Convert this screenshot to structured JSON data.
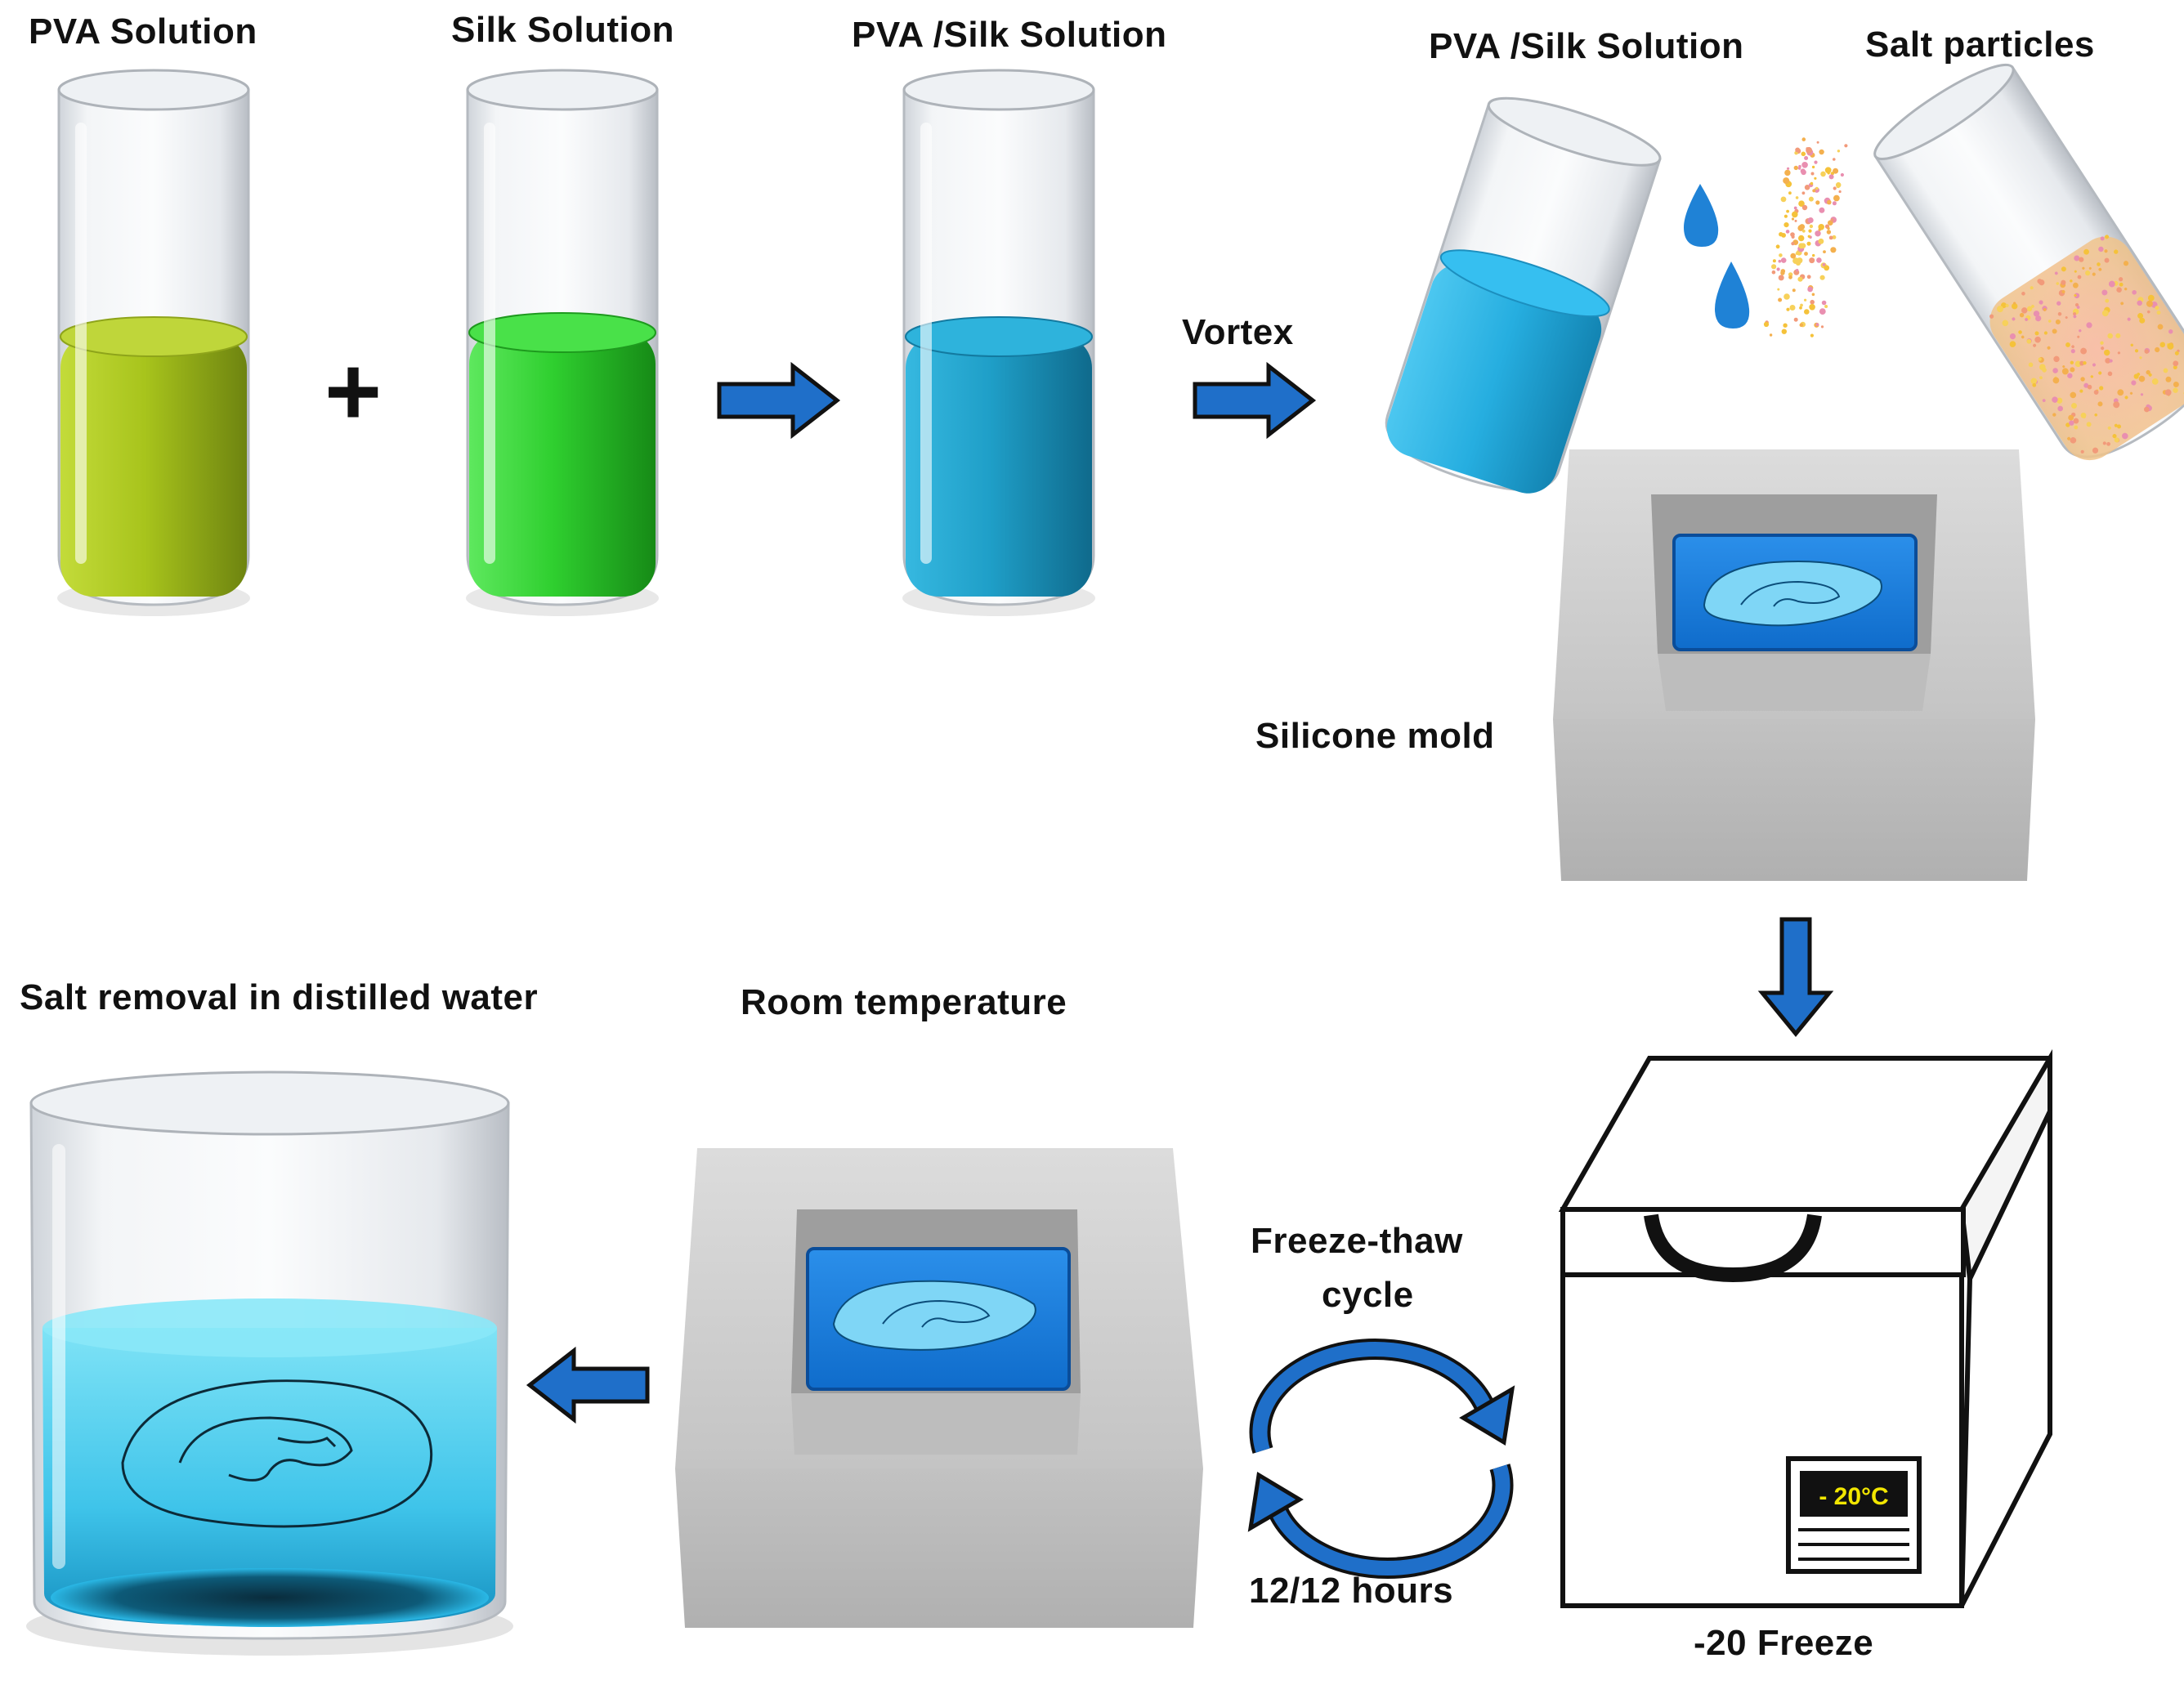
{
  "labels": {
    "pva_solution": "PVA  Solution",
    "silk_solution": "Silk Solution",
    "pva_silk_solution": "PVA  /Silk Solution",
    "pva_silk_solution_pour": "PVA  /Silk Solution",
    "salt_particles": "Salt particles",
    "vortex": "Vortex",
    "silicone_mold": "Silicone mold",
    "salt_removal": "Salt removal in  distilled water",
    "room_temperature": "Room temperature",
    "freeze_thaw_line1": "Freeze-thaw",
    "freeze_thaw_line2": "cycle",
    "hours": "12/12 hours",
    "freeze": "-20 Freeze",
    "freezer_display": "- 20°C"
  },
  "symbols": {
    "plus": "+"
  },
  "colors": {
    "pva_liquid": "#a8c41c",
    "silk_liquid": "#2fcf2f",
    "mix_liquid": "#1f9fc8",
    "pour_liquid": "#26aee0",
    "arrow_fill": "#1f6fc9",
    "arrow_stroke": "#111111",
    "mold_gray": "#c8c8c8",
    "mold_blue": "#1a7ee0",
    "display_text": "#f2e600",
    "display_bg": "#111111",
    "beaker_water": "#4fd3f0"
  },
  "icons": [
    "test-tube-icon",
    "pour-tube-icon",
    "salt-tube-icon",
    "silicone-mold-icon",
    "freezer-icon",
    "beaker-icon",
    "cycle-arrows-icon",
    "droplet-icon",
    "block-arrow-icon"
  ]
}
